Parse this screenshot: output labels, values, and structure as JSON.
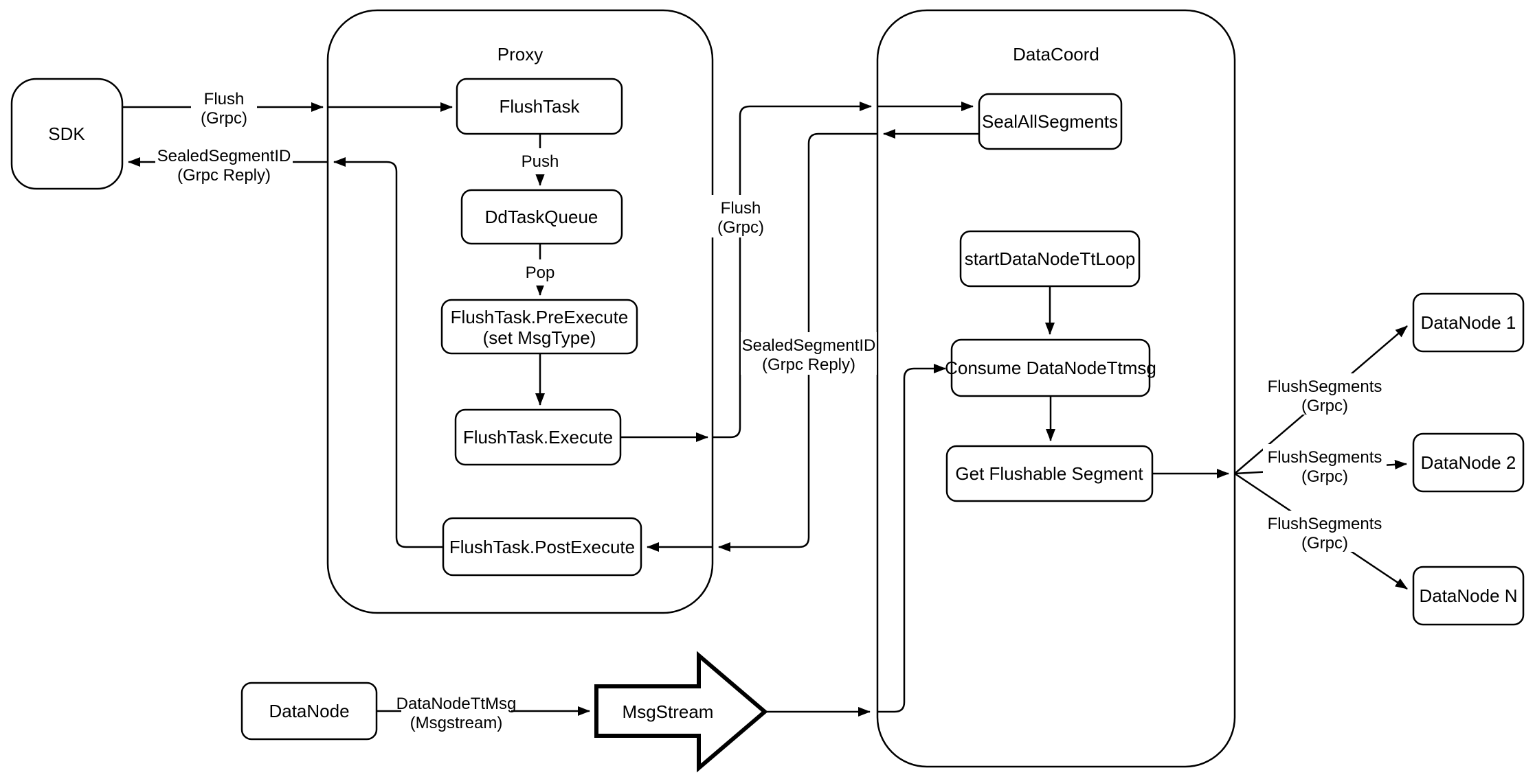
{
  "containers": {
    "proxy": {
      "label": "Proxy"
    },
    "datacoord": {
      "label": "DataCoord"
    }
  },
  "nodes": {
    "sdk": "SDK",
    "flush_task": "FlushTask",
    "dd_task_queue": "DdTaskQueue",
    "pre_execute_line1": "FlushTask.PreExecute",
    "pre_execute_line2": "(set MsgType)",
    "execute": "FlushTask.Execute",
    "post_execute": "FlushTask.PostExecute",
    "seal_all_segments": "SealAllSegments",
    "start_datanode_tt_loop": "startDataNodeTtLoop",
    "consume_datanode_ttmsg": "Consume DataNodeTtmsg",
    "get_flushable_segment": "Get Flushable Segment",
    "datanode_1": "DataNode 1",
    "datanode_2": "DataNode 2",
    "datanode_n": "DataNode N",
    "datanode": "DataNode",
    "msgstream": "MsgStream"
  },
  "edge_labels": {
    "sdk_flush_line1": "Flush",
    "sdk_flush_line2": "(Grpc)",
    "sdk_reply_line1": "SealedSegmentID",
    "sdk_reply_line2": "(Grpc Reply)",
    "push": "Push",
    "pop": "Pop",
    "mid_flush_line1": "Flush",
    "mid_flush_line2": "(Grpc)",
    "mid_reply_line1": "SealedSegmentID",
    "mid_reply_line2": "(Grpc Reply)",
    "flush_segments_1_line1": "FlushSegments",
    "flush_segments_1_line2": "(Grpc)",
    "flush_segments_2_line1": "FlushSegments",
    "flush_segments_2_line2": "(Grpc)",
    "flush_segments_3_line1": "FlushSegments",
    "flush_segments_3_line2": "(Grpc)",
    "datanode_tt_msg_line1": "DataNodeTtMsg",
    "datanode_tt_msg_line2": "(Msgstream)"
  },
  "colors": {
    "stroke": "#000000",
    "background": "#ffffff"
  }
}
